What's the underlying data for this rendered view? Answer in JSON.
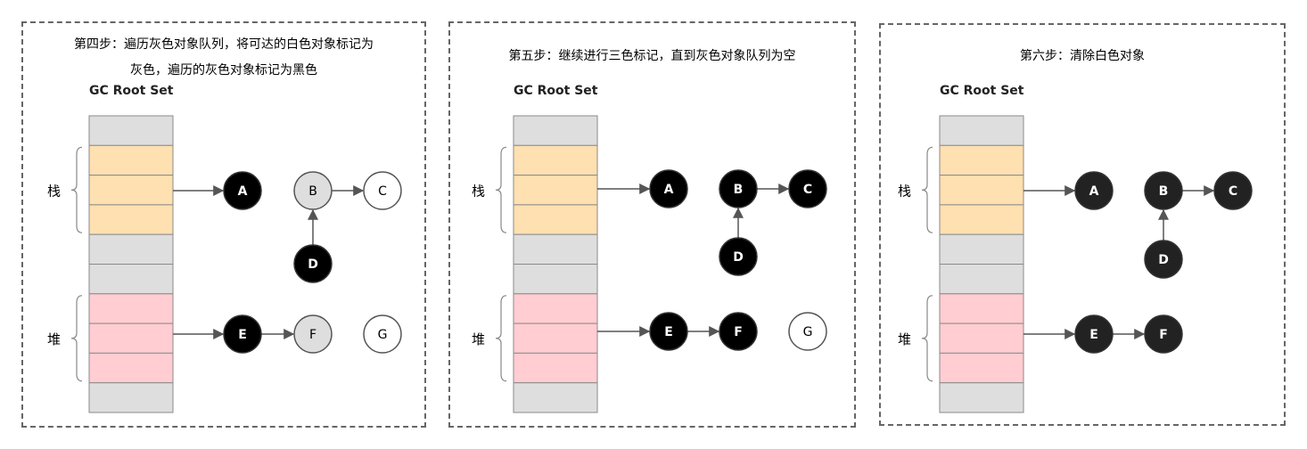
{
  "colors": {
    "stack_cell": "#ffe0b0",
    "heap_cell": "#ffcdd2",
    "empty_cell": "#dedede",
    "cell_border": "#8a8a8a",
    "black_node": "#000000",
    "black_node_final": "#222222",
    "gray_node": "#dedede",
    "white_node": "#ffffff",
    "edge": "#555555",
    "panel_border": "#666666"
  },
  "panels": [
    {
      "title_lines": [
        "第四步：遍历灰色对象队列，将可达的白色对象标记为",
        "灰色，遍历的灰色对象标记为黑色"
      ],
      "gc_root_label": "GC Root Set",
      "stack_label": "栈",
      "heap_label": "堆",
      "nodes": [
        {
          "id": "A",
          "label": "A",
          "color": "black"
        },
        {
          "id": "B",
          "label": "B",
          "color": "gray"
        },
        {
          "id": "C",
          "label": "C",
          "color": "white"
        },
        {
          "id": "D",
          "label": "D",
          "color": "black"
        },
        {
          "id": "E",
          "label": "E",
          "color": "black"
        },
        {
          "id": "F",
          "label": "F",
          "color": "gray"
        },
        {
          "id": "G",
          "label": "G",
          "color": "white"
        }
      ]
    },
    {
      "title_lines": [
        "第五步：继续进行三色标记，直到灰色对象队列为空"
      ],
      "gc_root_label": "GC Root Set",
      "stack_label": "栈",
      "heap_label": "堆",
      "nodes": [
        {
          "id": "A",
          "label": "A",
          "color": "black"
        },
        {
          "id": "B",
          "label": "B",
          "color": "black"
        },
        {
          "id": "C",
          "label": "C",
          "color": "black"
        },
        {
          "id": "D",
          "label": "D",
          "color": "black"
        },
        {
          "id": "E",
          "label": "E",
          "color": "black"
        },
        {
          "id": "F",
          "label": "F",
          "color": "black"
        },
        {
          "id": "G",
          "label": "G",
          "color": "white"
        }
      ]
    },
    {
      "title_lines": [
        "第六步：清除白色对象"
      ],
      "gc_root_label": "GC Root Set",
      "stack_label": "栈",
      "heap_label": "堆",
      "nodes": [
        {
          "id": "A",
          "label": "A",
          "color": "black"
        },
        {
          "id": "B",
          "label": "B",
          "color": "black"
        },
        {
          "id": "C",
          "label": "C",
          "color": "black"
        },
        {
          "id": "D",
          "label": "D",
          "color": "black"
        },
        {
          "id": "E",
          "label": "E",
          "color": "black"
        },
        {
          "id": "F",
          "label": "F",
          "color": "black"
        }
      ]
    }
  ]
}
